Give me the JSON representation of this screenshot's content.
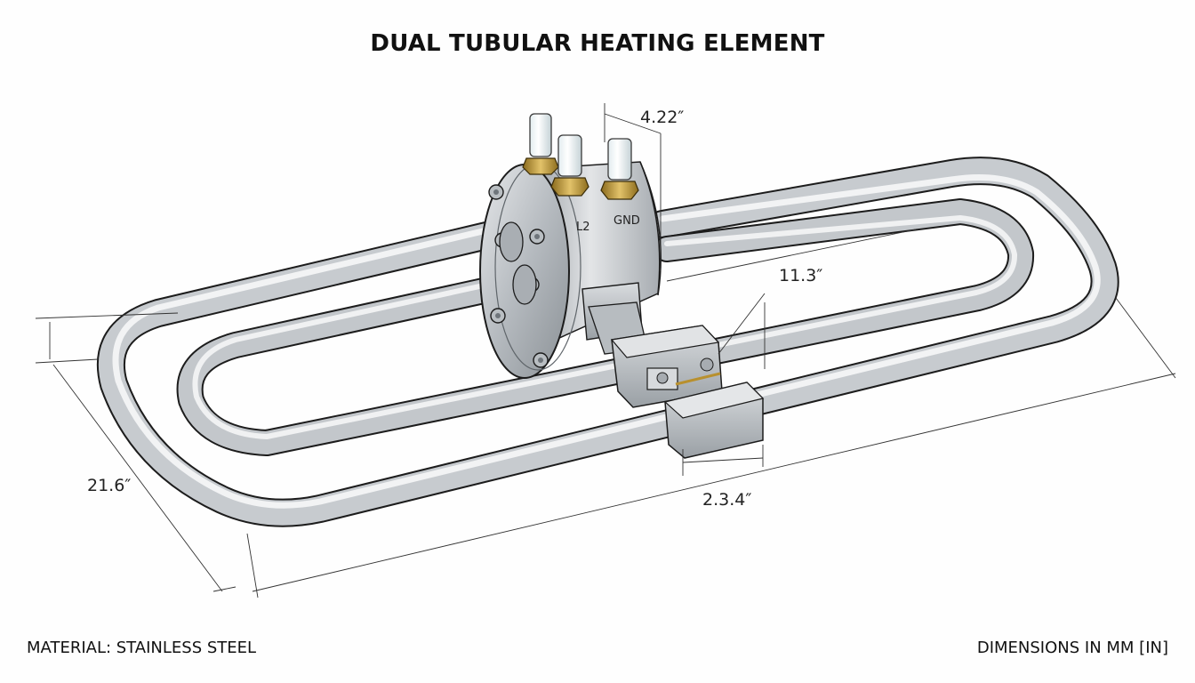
{
  "title": "DUAL TUBULAR HEATING ELEMENT",
  "footer": {
    "material": "MATERIAL: STAINLESS STEEL",
    "units": "DIMENSIONS IN MM [IN]"
  },
  "terminals": {
    "l2": "L2",
    "gnd": "GND"
  },
  "dimensions": {
    "terminal_spacing": "4.22″",
    "inner_offset": "11.3″",
    "width": "21.6″",
    "length": "2.3.4″"
  },
  "colors": {
    "steel": "#c9cdd1",
    "steel_dark": "#6f757b",
    "brass": "#b8902e",
    "outline": "#1c1c1c"
  }
}
